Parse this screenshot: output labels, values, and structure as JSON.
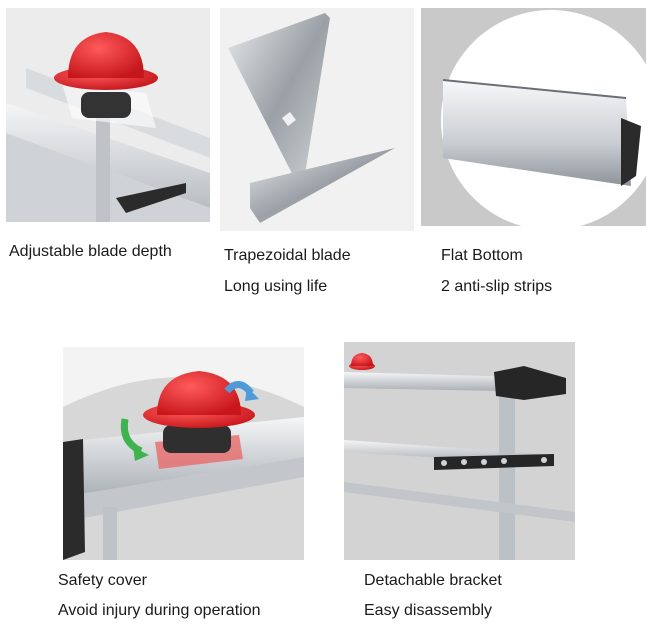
{
  "features": [
    {
      "id": "blade-depth",
      "lines": [
        "Adjustable blade depth"
      ]
    },
    {
      "id": "trapezoidal-blade",
      "lines": [
        "Trapezoidal blade",
        "Long using life"
      ]
    },
    {
      "id": "flat-bottom",
      "lines": [
        "Flat Bottom",
        "2 anti-slip strips"
      ]
    },
    {
      "id": "safety-cover",
      "lines": [
        "Safety cover",
        "Avoid injury during operation"
      ]
    },
    {
      "id": "detachable-bracket",
      "lines": [
        "Detachable bracket",
        "Easy disassembly"
      ]
    }
  ],
  "colors": {
    "cutter_red": "#e0262b",
    "aluminium": "#cfd3d8",
    "bracket_black": "#2a2a2a",
    "arrow_green": "#3fb34f",
    "arrow_blue": "#4f9bd9"
  }
}
